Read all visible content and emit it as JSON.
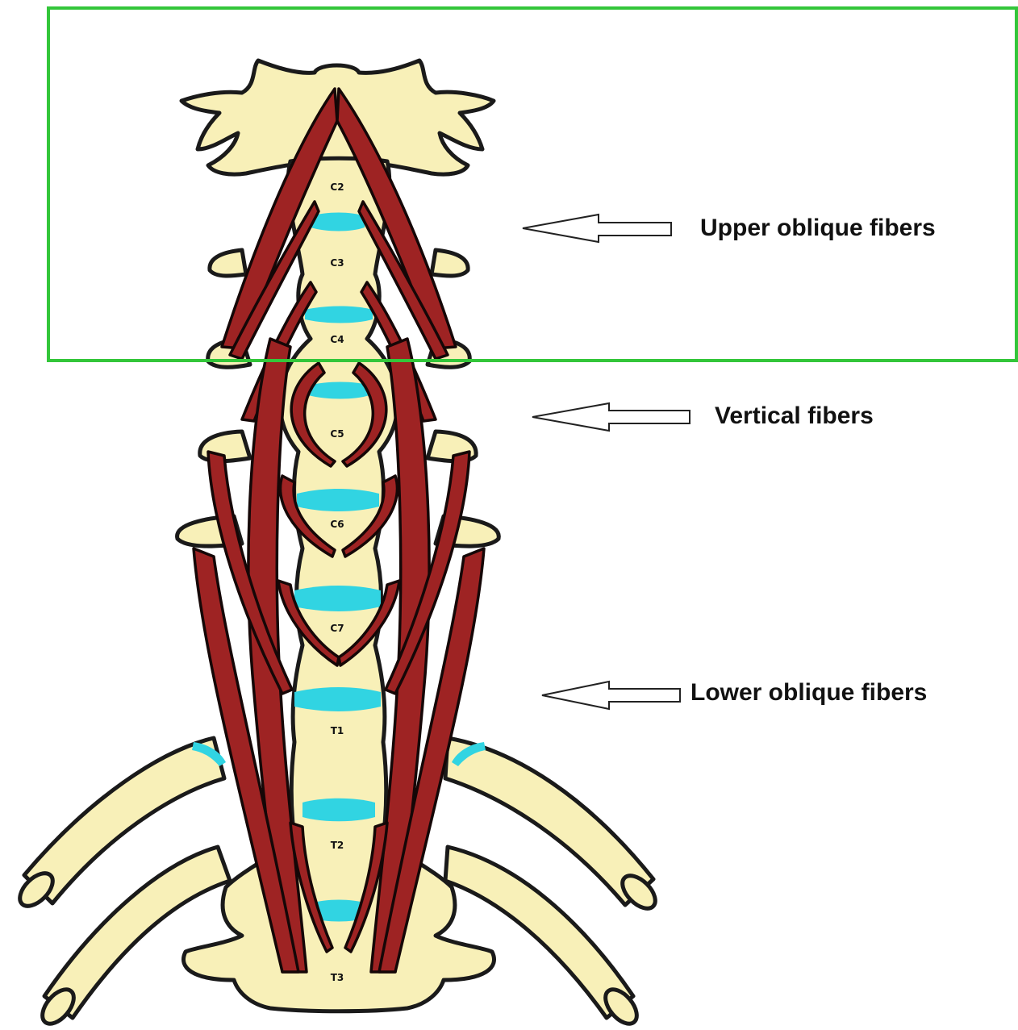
{
  "diagram": {
    "vertebra_labels": [
      "C2",
      "C3",
      "C4",
      "C5",
      "C6",
      "C7",
      "T1",
      "T2",
      "T3"
    ],
    "callouts": {
      "upper": "Upper oblique fibers",
      "vertical": "Vertical fibers",
      "lower": "Lower oblique fibers"
    },
    "colors": {
      "bone": "#f8f0b8",
      "muscle": "#9e2323",
      "disc": "#31d4e2",
      "outline": "#1a1a1a",
      "highlight_frame": "#33c63a"
    }
  }
}
